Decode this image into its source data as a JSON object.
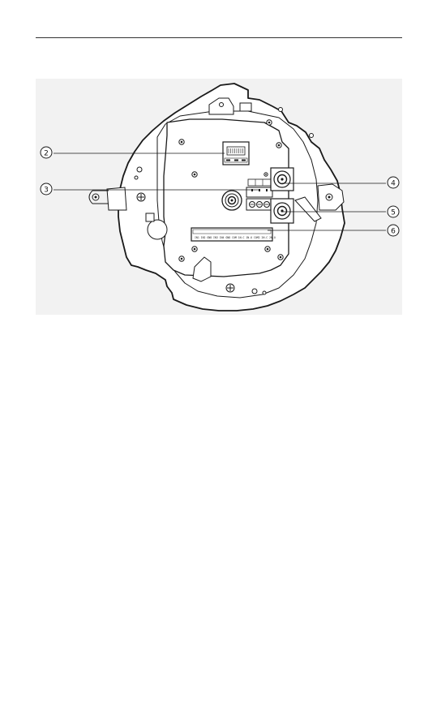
{
  "figure": {
    "callouts": [
      {
        "id": "2",
        "glyph": "2"
      },
      {
        "id": "3",
        "glyph": "3"
      },
      {
        "id": "4",
        "glyph": "4"
      },
      {
        "id": "5",
        "glyph": "5"
      },
      {
        "id": "6",
        "glyph": "6"
      }
    ],
    "terminal_strip_labels": "IN1 IN2 GND IN3 IN4 GND COM 1N.C 1N.O COM2 2N.C 2N.O",
    "colors": {
      "background": "#f2f2f2",
      "stroke": "#1a1a1a"
    }
  }
}
